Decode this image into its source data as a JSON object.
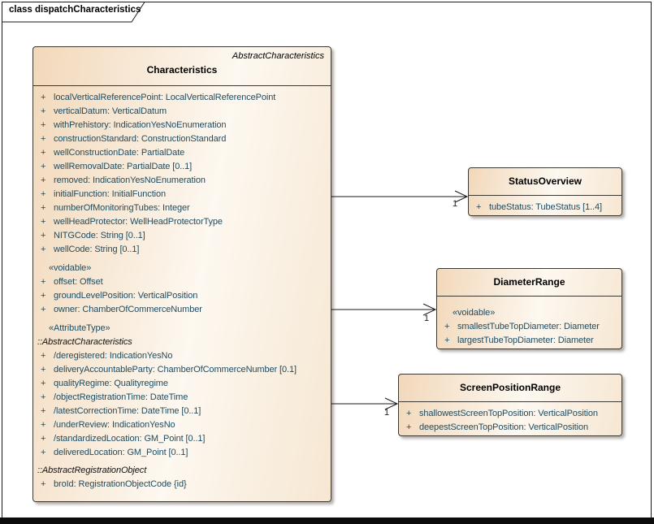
{
  "diagram": {
    "tab_label": "class dispatchCharacteristics"
  },
  "colors": {
    "box_fill_start": "#f2d8ba",
    "box_fill_mid": "#fdf8f0",
    "box_fill_end": "#f6e7d2",
    "box_border": "#3d3731",
    "attribute_text": "#1e4c61",
    "class_name_text": "#000000",
    "connector": "#1a1a1a"
  },
  "main_class": {
    "stereotype": "AbstractCharacteristics",
    "name": "Characteristics",
    "lines": [
      {
        "kind": "attr",
        "vis": "+",
        "text": "localVerticalReferencePoint: LocalVerticalReferencePoint"
      },
      {
        "kind": "attr",
        "vis": "+",
        "text": "verticalDatum: VerticalDatum"
      },
      {
        "kind": "attr",
        "vis": "+",
        "text": "withPrehistory: IndicationYesNoEnumeration"
      },
      {
        "kind": "attr",
        "vis": "+",
        "text": "constructionStandard: ConstructionStandard"
      },
      {
        "kind": "attr",
        "vis": "+",
        "text": "wellConstructionDate: PartialDate"
      },
      {
        "kind": "attr",
        "vis": "+",
        "text": "wellRemovalDate: PartialDate [0..1]"
      },
      {
        "kind": "attr",
        "vis": "+",
        "text": "removed: IndicationYesNoEnumeration"
      },
      {
        "kind": "attr",
        "vis": "+",
        "text": "initialFunction: InitialFunction"
      },
      {
        "kind": "attr",
        "vis": "+",
        "text": "numberOfMonitoringTubes: Integer"
      },
      {
        "kind": "attr",
        "vis": "+",
        "text": "wellHeadProtector: WellHeadProtectorType"
      },
      {
        "kind": "attr",
        "vis": "+",
        "text": "NITGCode: String [0..1]"
      },
      {
        "kind": "attr",
        "vis": "+",
        "text": "wellCode: String [0..1]"
      },
      {
        "kind": "stereotype",
        "text": "«voidable»"
      },
      {
        "kind": "attr",
        "vis": "+",
        "text": "offset: Offset"
      },
      {
        "kind": "attr",
        "vis": "+",
        "text": "groundLevelPosition: VerticalPosition"
      },
      {
        "kind": "attr",
        "vis": "+",
        "text": "owner: ChamberOfCommerceNumber"
      },
      {
        "kind": "stereotype",
        "text": "«AttributeType»"
      },
      {
        "kind": "section",
        "text": "::AbstractCharacteristics"
      },
      {
        "kind": "attr",
        "vis": "+",
        "text": "/deregistered: IndicationYesNo"
      },
      {
        "kind": "attr",
        "vis": "+",
        "text": "deliveryAccountableParty: ChamberOfCommerceNumber [0.1]"
      },
      {
        "kind": "attr",
        "vis": "+",
        "text": "qualityRegime: Qualityregime"
      },
      {
        "kind": "attr",
        "vis": "+",
        "text": "/objectRegistrationTime: DateTime"
      },
      {
        "kind": "attr",
        "vis": "+",
        "text": "/latestCorrectionTime: DateTime [0..1]"
      },
      {
        "kind": "attr",
        "vis": "+",
        "text": "/underReview: IndicationYesNo"
      },
      {
        "kind": "attr",
        "vis": "+",
        "text": "/standardizedLocation: GM_Point [0..1]"
      },
      {
        "kind": "attr",
        "vis": "+",
        "text": "deliveredLocation: GM_Point [0..1]"
      },
      {
        "kind": "section",
        "text": "::AbstractRegistrationObject"
      },
      {
        "kind": "attr",
        "vis": "+",
        "text": "broId: RegistrationObjectCode {id}"
      }
    ]
  },
  "related_classes": [
    {
      "name": "StatusOverview",
      "multiplicity": "1",
      "lines": [
        {
          "kind": "attr",
          "vis": "+",
          "text": "tubeStatus: TubeStatus [1..4]"
        }
      ]
    },
    {
      "name": "DiameterRange",
      "multiplicity": "1",
      "lines": [
        {
          "kind": "stereotype",
          "text": "«voidable»"
        },
        {
          "kind": "attr",
          "vis": "+",
          "text": "smallestTubeTopDiameter: Diameter"
        },
        {
          "kind": "attr",
          "vis": "+",
          "text": "largestTubeTopDiameter: Diameter"
        }
      ]
    },
    {
      "name": "ScreenPositionRange",
      "multiplicity": "1",
      "lines": [
        {
          "kind": "attr",
          "vis": "+",
          "text": "shallowestScreenTopPosition: VerticalPosition"
        },
        {
          "kind": "attr",
          "vis": "+",
          "text": "deepestScreenTopPosition: VerticalPosition"
        }
      ]
    }
  ]
}
